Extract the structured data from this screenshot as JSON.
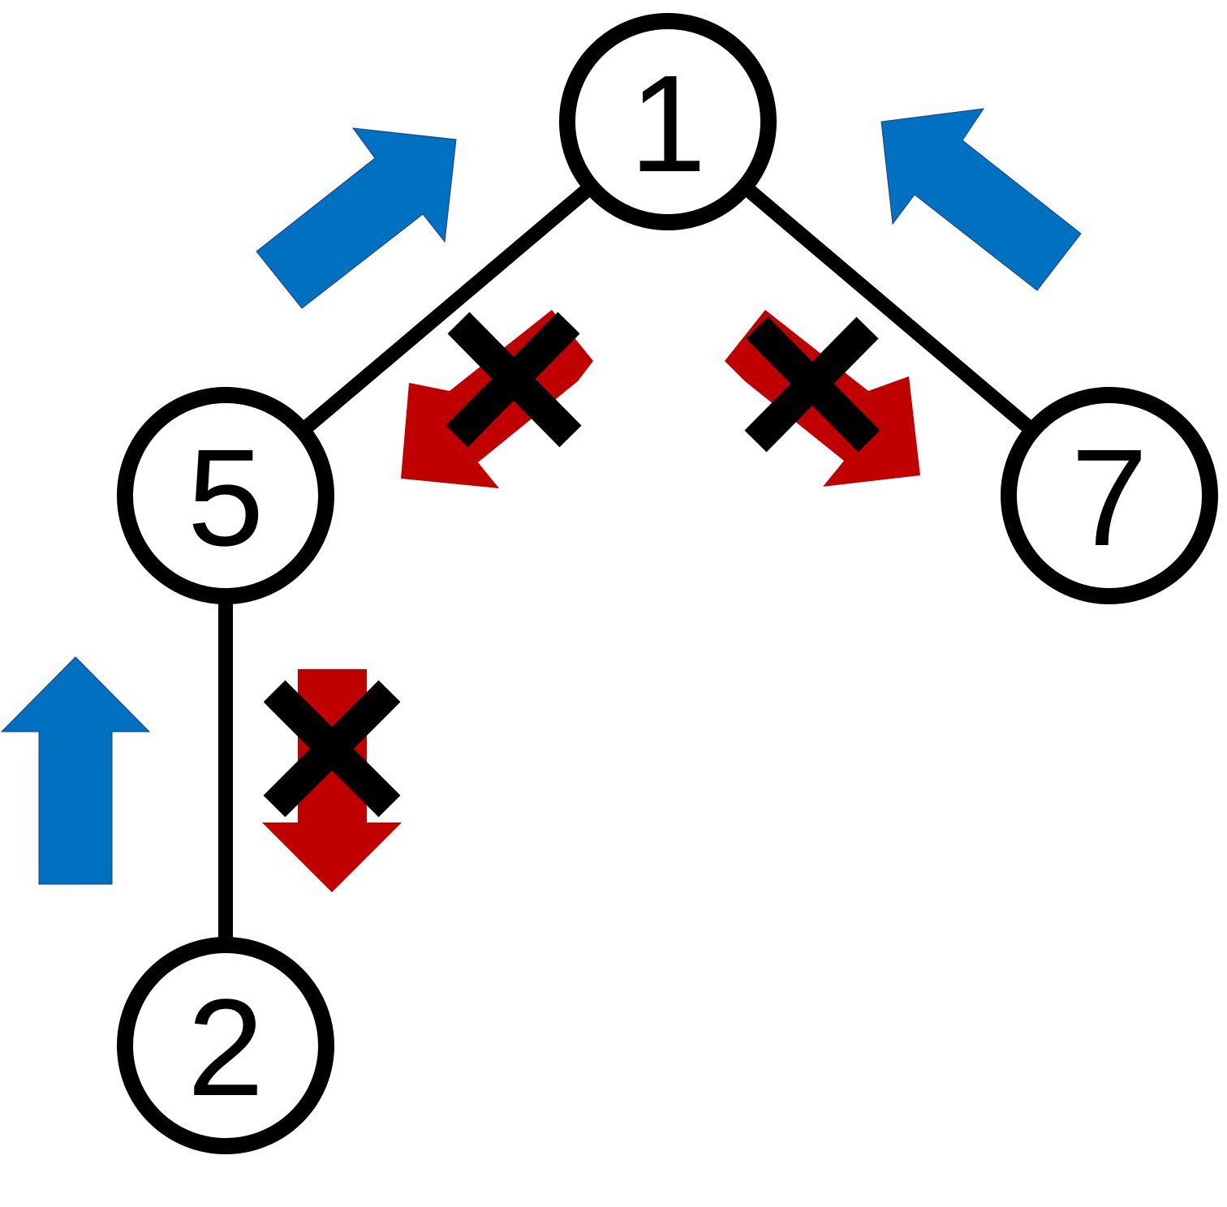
{
  "colors": {
    "up_arrow": "#0070C0",
    "blocked_arrow": "#C00000",
    "stroke": "#000000",
    "node_fill": "#FFFFFF"
  },
  "nodes": [
    {
      "id": "n1",
      "label": "1"
    },
    {
      "id": "n5",
      "label": "5"
    },
    {
      "id": "n7",
      "label": "7"
    },
    {
      "id": "n2",
      "label": "2"
    }
  ],
  "edges": [
    {
      "from": "n1",
      "to": "n5"
    },
    {
      "from": "n1",
      "to": "n7"
    },
    {
      "from": "n5",
      "to": "n2"
    }
  ],
  "arrows": [
    {
      "id": "up-5-1",
      "kind": "up",
      "between": [
        "n5",
        "n1"
      ]
    },
    {
      "id": "up-7-1",
      "kind": "up",
      "between": [
        "n7",
        "n1"
      ]
    },
    {
      "id": "up-2-5",
      "kind": "up",
      "between": [
        "n2",
        "n5"
      ]
    },
    {
      "id": "down-1-5",
      "kind": "blocked",
      "between": [
        "n1",
        "n5"
      ],
      "crossed": true
    },
    {
      "id": "down-1-7",
      "kind": "blocked",
      "between": [
        "n1",
        "n7"
      ],
      "crossed": true
    },
    {
      "id": "down-5-2",
      "kind": "blocked",
      "between": [
        "n5",
        "n2"
      ],
      "crossed": true
    }
  ]
}
